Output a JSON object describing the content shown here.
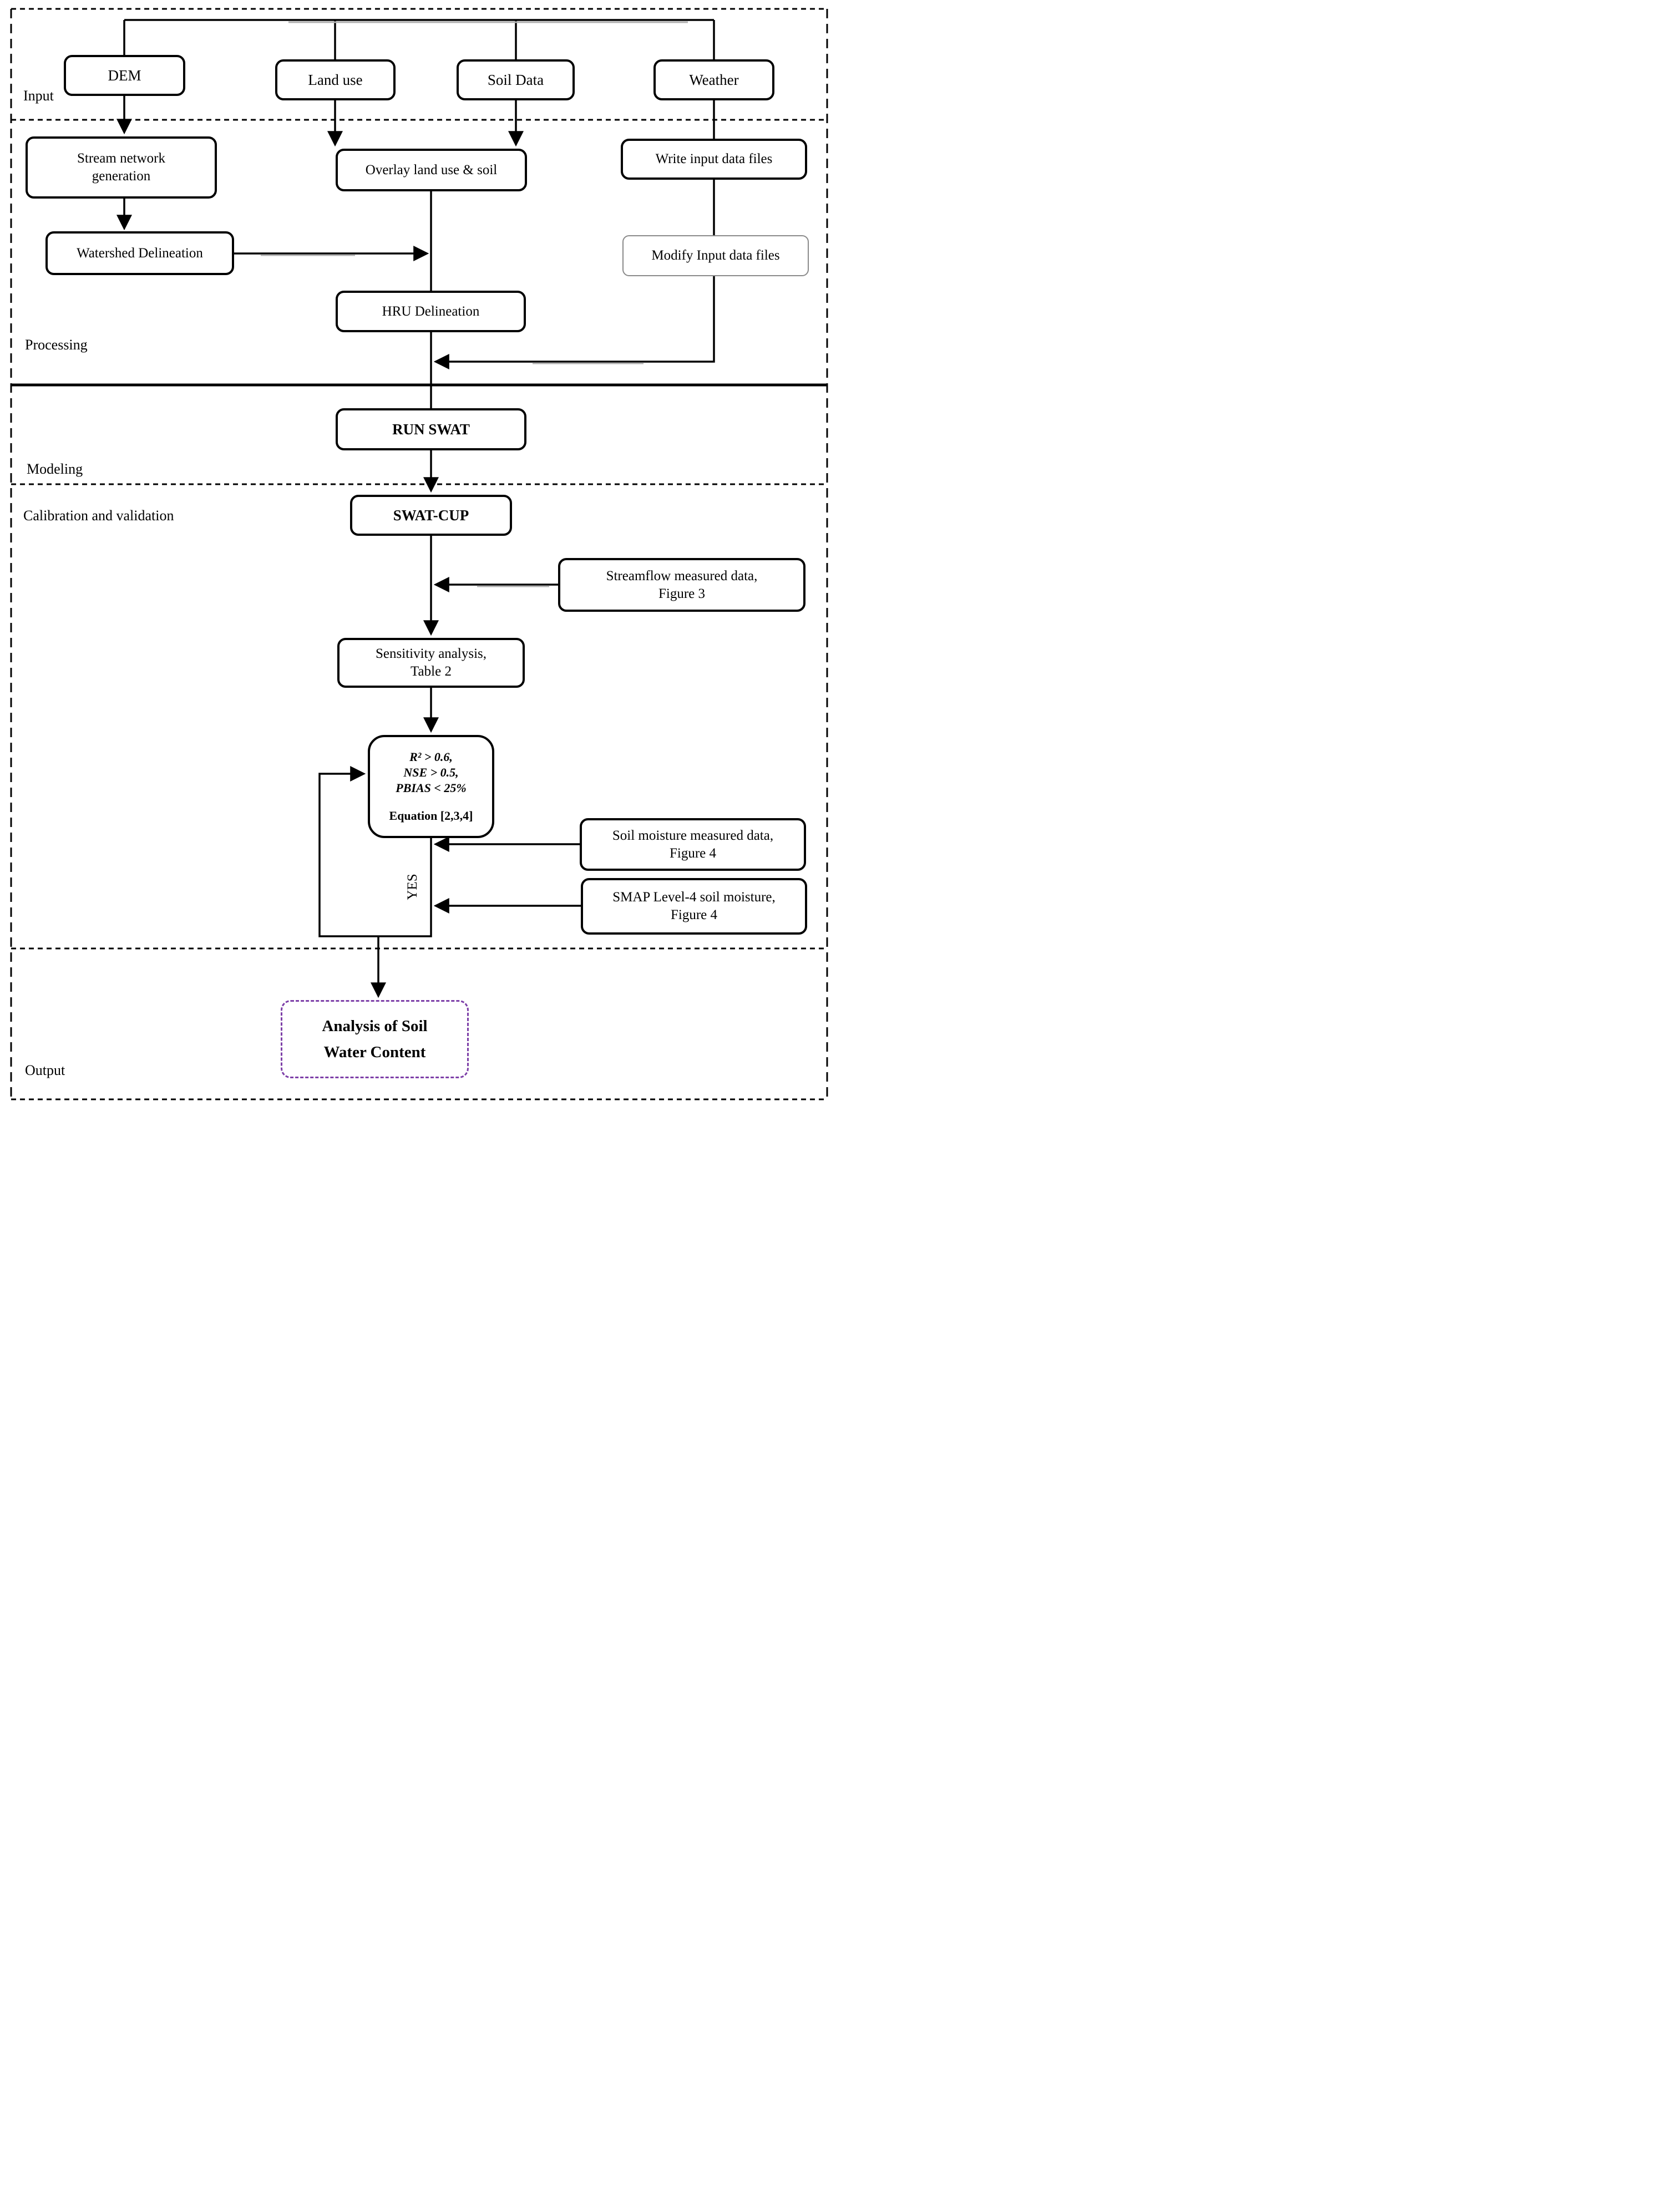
{
  "diagram": {
    "title_hint": "SWAT soil-water modeling flowchart",
    "colors": {
      "line": "#000000",
      "background": "#ffffff",
      "modify_box_border": "#8a8a8a",
      "output_box_border": "#7d3fa8"
    },
    "sections": {
      "input": "Input",
      "processing": "Processing",
      "modeling": "Modeling",
      "calibration": "Calibration and validation",
      "output": "Output"
    },
    "nodes": {
      "dem": "DEM",
      "land_use": "Land use",
      "soil_data": "Soil Data",
      "weather": "Weather",
      "stream_network": {
        "line1": "Stream network",
        "line2": "generation"
      },
      "overlay": "Overlay land use & soil",
      "write_input": "Write input data files",
      "watershed": "Watershed Delineation",
      "modify_input": "Modify Input data files",
      "hru": "HRU Delineation",
      "run_swat": "RUN SWAT",
      "swat_cup": "SWAT-CUP",
      "streamflow": {
        "line1": "Streamflow measured data,",
        "line2": "Figure 3"
      },
      "sensitivity": {
        "line1": "Sensitivity analysis,",
        "line2": "Table 2"
      },
      "criteria": {
        "line1": "R² > 0.6,",
        "line2": "NSE > 0.5,",
        "line3": "PBIAS < 25%",
        "line4": "Equation [2,3,4]"
      },
      "soil_moisture": {
        "line1": "Soil moisture measured data,",
        "line2": "Figure 4"
      },
      "smap": {
        "line1": "SMAP Level-4 soil moisture,",
        "line2": "Figure 4"
      },
      "analysis": {
        "line1": "Analysis of Soil",
        "line2": "Water Content"
      }
    },
    "edge_labels": {
      "yes": "YES"
    }
  }
}
